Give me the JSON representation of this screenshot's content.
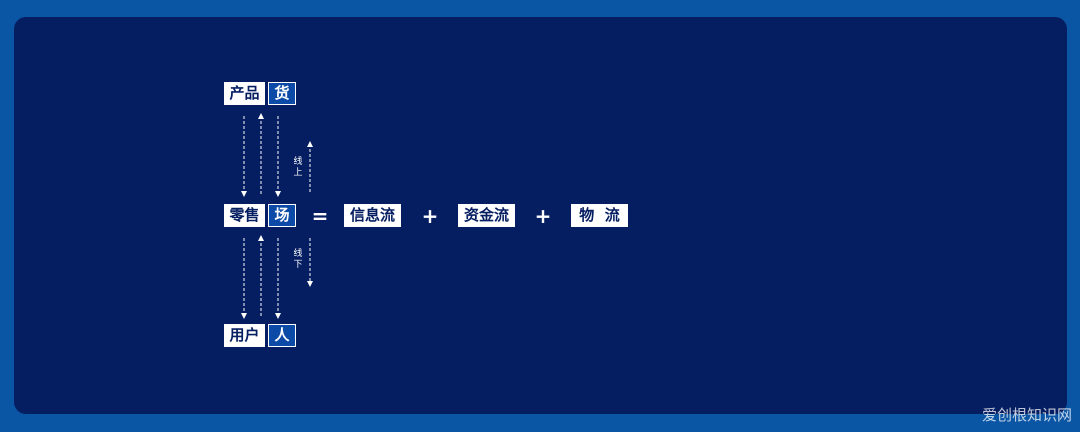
{
  "rows": {
    "top": {
      "label": "产品",
      "key": "货"
    },
    "middle": {
      "label": "零售",
      "key": "场"
    },
    "bottom": {
      "label": "用户",
      "key": "人"
    }
  },
  "side_labels": {
    "online": "线上",
    "offline": "线下"
  },
  "equation": {
    "equals": "=",
    "plus": "+",
    "terms": [
      "信息流",
      "资金流",
      "物  流"
    ]
  },
  "watermark": "爱创根知识网",
  "colors": {
    "outer_background": "#0a55a4",
    "panel_background": "#051d61",
    "key_box": "#0c4aa8",
    "label_box": "#ffffff"
  }
}
